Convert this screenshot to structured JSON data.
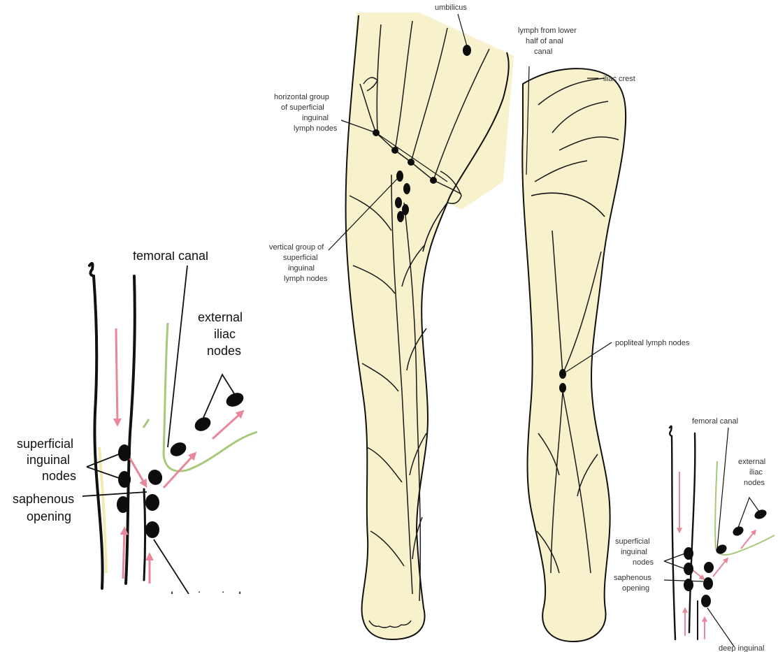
{
  "colors": {
    "skin": "#f7f1cc",
    "outline": "#111111",
    "vessel": "#1a1a1a",
    "node": "#0d0d0d",
    "arrow": "#e8879a",
    "green_line": "#a7c979",
    "background": "#ffffff"
  },
  "main_figure": {
    "labels": {
      "umbilicus": "umbilicus",
      "anal_canal_1": "lymph from lower",
      "anal_canal_2": "half of anal",
      "anal_canal_3": "canal",
      "iliac_crest": "iliac crest",
      "horizontal_1": "horizontal group",
      "horizontal_2": "of superficial",
      "horizontal_3": "inguinal",
      "horizontal_4": "lymph nodes",
      "vertical_1": "vertical group of",
      "vertical_2": "superficial",
      "vertical_3": "inguinal",
      "vertical_4": "lymph nodes",
      "popliteal": "popliteal lymph nodes"
    }
  },
  "inset_large": {
    "labels": {
      "femoral_canal": "femoral canal",
      "external_1": "external",
      "external_2": "iliac",
      "external_3": "nodes",
      "superficial_1": "superficial",
      "superficial_2": "inguinal",
      "superficial_3": "nodes",
      "saphenous_1": "saphenous",
      "saphenous_2": "opening",
      "deep": "deep inguinal"
    }
  },
  "inset_small": {
    "labels": {
      "femoral_canal": "femoral canal",
      "external_1": "external",
      "external_2": "iliac",
      "external_3": "nodes",
      "superficial_1": "superficial",
      "superficial_2": "inguinal",
      "superficial_3": "nodes",
      "saphenous_1": "saphenous",
      "saphenous_2": "opening",
      "deep": "deep inguinal"
    }
  }
}
